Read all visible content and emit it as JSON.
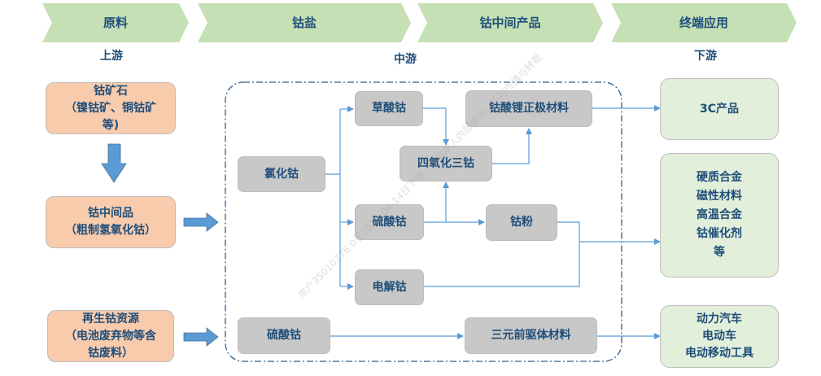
{
  "stages": [
    {
      "label": "原料"
    },
    {
      "label": "钴盐"
    },
    {
      "label": "钴中间产品"
    },
    {
      "label": "终端应用"
    }
  ],
  "tiers": {
    "upstream": "上游",
    "midstream": "中游",
    "downstream": "下游"
  },
  "raw_materials": {
    "ore": "钴矿石\n（镍钴矿、铜钴矿\n等)",
    "intermediate": "钴中间品\n（粗制氢氧化钴）",
    "recycled": "再生钴资源\n（电池废弃物等含\n钴废料）"
  },
  "midstream": {
    "cobalt_chloride": "氯化钴",
    "cobalt_oxalate": "草酸钴",
    "cobalt_sulfate_upper": "硫酸钴",
    "electrolytic_cobalt": "电解钴",
    "cobalt_oxide": "四氧化三钴",
    "lco_cathode": "钴酸锂正极材料",
    "cobalt_powder": "钴粉",
    "cobalt_sulfate_lower": "硫酸钴",
    "ternary_precursor": "三元前驱体材料"
  },
  "applications": {
    "consumer_3c": "3C产品",
    "alloys": "硬质合金\n磁性材料\n高温合金\n钴催化剂\n等",
    "ev": "动力汽车\n电动车\n电动移动工具"
  },
  "watermark": "用户35010776 0于2025-04-14日下载，仅供本人内部使用，不可传播与转载",
  "colors": {
    "stage_fill": "#c5e0b4",
    "raw_fill": "#f8cbad",
    "mid_fill": "#c8c8c8",
    "end_fill": "#e2efda",
    "text": "#1f4e79",
    "connector": "#5b9bd5",
    "boundary": "#2e5f8a"
  }
}
